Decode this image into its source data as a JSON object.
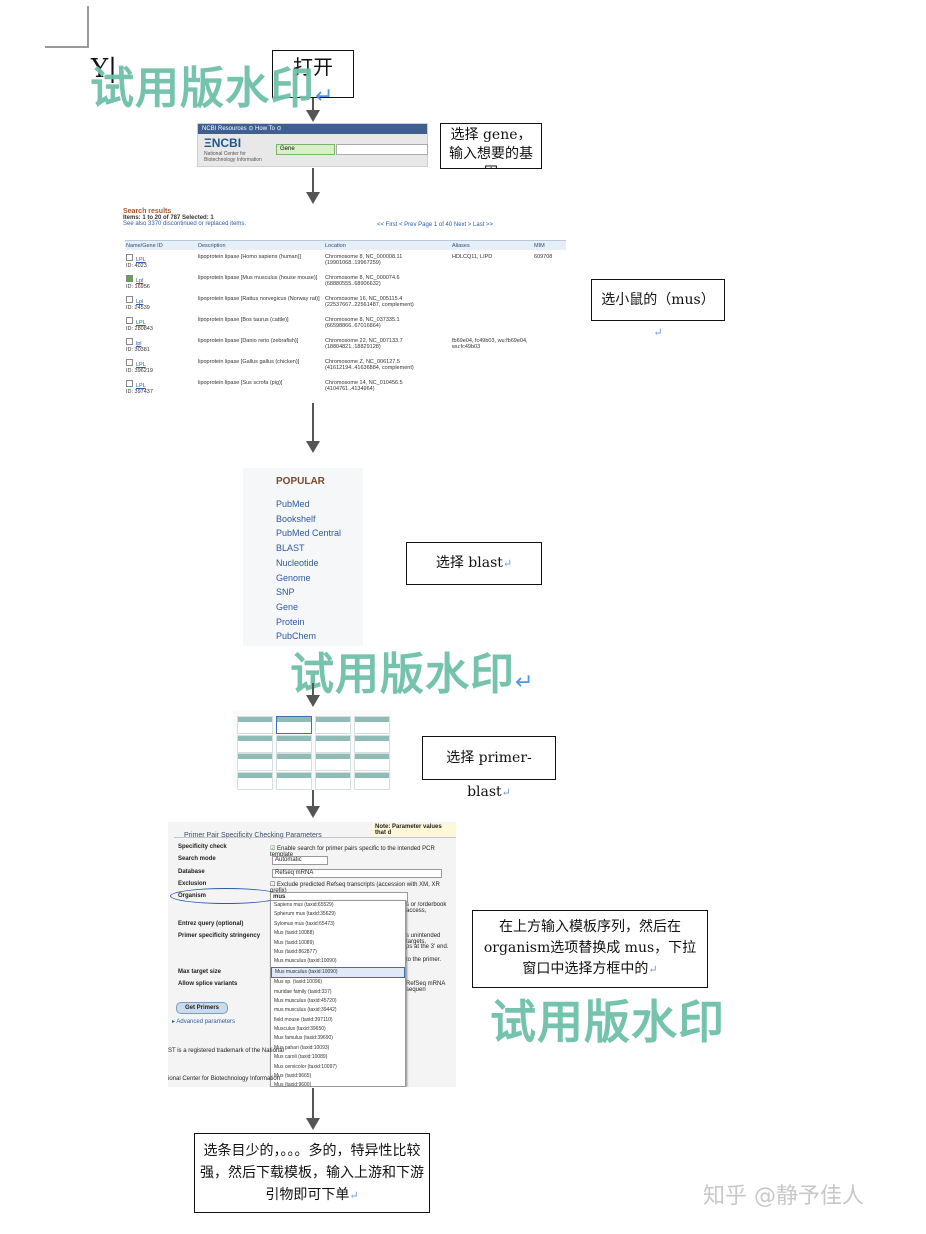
{
  "watermark": {
    "text": "试用版水印"
  },
  "steps": {
    "open": "打开",
    "gene": "选择 gene，输入想要的基因",
    "mus": "选小鼠的（mus）",
    "blast": "选择 blast",
    "primer": "选择 primer-blast",
    "organism": "在上方输入模板序列，然后在organism选项替换成 mus，下拉窗口中选择方框中的",
    "final": "选条目少的，。。。多的，特异性比较强，然后下载模板，输入上游和下游引物即可下单"
  },
  "footer": {
    "credit": "知乎 @静予佳人"
  },
  "ncbi": {
    "menu": "NCBI  Resources ⊙  How To ⊙",
    "logo": "ΞNCBI",
    "subtitle": "National Center for Biotechnology Information",
    "db": "Gene"
  },
  "search_results": {
    "title": "Search results",
    "items": "Items: 1 to 20 of 787   Selected: 1",
    "see_also": "See also 3370 discontinued or replaced items.",
    "pager": "<< First   < Prev   Page 1 of 40   Next >   Last >>",
    "columns": [
      "Name/Gene ID",
      "Description",
      "Location",
      "Aliases",
      "MIM"
    ],
    "rows": [
      {
        "name": "LPL",
        "id": "ID: 4023",
        "desc": "lipoprotein lipase [Homo sapiens (human)]",
        "loc": "Chromosome 8, NC_000008.11 (19901068..19967259)",
        "alias": "HDLCQ11, LIPD",
        "mim": "609708"
      },
      {
        "name": "Lpl",
        "id": "ID: 16956",
        "desc": "lipoprotein lipase [Mus musculus (house mouse)]",
        "loc": "Chromosome 8, NC_000074.6 (68880555..68906632)",
        "alias": "",
        "mim": ""
      },
      {
        "name": "Lpl",
        "id": "ID: 24539",
        "desc": "lipoprotein lipase [Rattus norvegicus (Norway rat)]",
        "loc": "Chromosome 16, NC_005115.4 (22537667..22561487, complement)",
        "alias": "",
        "mim": ""
      },
      {
        "name": "LPL",
        "id": "ID: 280843",
        "desc": "lipoprotein lipase [Bos taurus (cattle)]",
        "loc": "Chromosome 8, NC_037335.1 (66598866..67016864)",
        "alias": "",
        "mim": ""
      },
      {
        "name": "lpl",
        "id": "ID: 30381",
        "desc": "lipoprotein lipase [Danio rerio (zebrafish)]",
        "loc": "Chromosome 22, NC_007133.7 (18804821..18829128)",
        "alias": "fb69e04, fc49b03, wu:fb69e04, wu:fc49b03",
        "mim": ""
      },
      {
        "name": "LPL",
        "id": "ID: 396219",
        "desc": "lipoprotein lipase [Gallus gallus (chicken)]",
        "loc": "Chromosome Z, NC_006127.5 (41612194..41636884, complement)",
        "alias": "",
        "mim": ""
      },
      {
        "name": "LPL",
        "id": "ID: 397437",
        "desc": "lipoprotein lipase [Sus scrofa (pig)]",
        "loc": "Chromosome 14, NC_010456.5 (4104761..4134964)",
        "alias": "",
        "mim": ""
      }
    ]
  },
  "popular": {
    "heading": "POPULAR",
    "items": [
      "PubMed",
      "Bookshelf",
      "PubMed Central",
      "BLAST",
      "Nucleotide",
      "Genome",
      "SNP",
      "Gene",
      "Protein",
      "PubChem"
    ]
  },
  "primer_form": {
    "note": "Note: Parameter values that d",
    "legend": "Primer Pair Specificity Checking Parameters",
    "labels": [
      "Specificity check",
      "Search mode",
      "Database",
      "Exclusion",
      "Organism",
      "Entrez query (optional)",
      "Primer specificity stringency",
      "Max target size",
      "Allow splice variants"
    ],
    "specificity_value": "Enable search for primer pairs specific to the intended PCR template",
    "search_mode": "Automatic",
    "database": "Refseq mRNA",
    "exclusion": "Exclude predicted Refseq transcripts (accession with XM, XR prefix)",
    "organism_value": "mus",
    "right_hints": [
      "s or /orderbook access,",
      "s unintended targets,",
      "ps at the 3' end.",
      "to the primer.",
      "RefSeq mRNA sequen"
    ],
    "dropdown": [
      "Sapiens mus (taxid:65529)",
      "Spherum mus (taxid:35629)",
      "Sylomus mus (taxid:65473)",
      "Mus (taxid:10088)",
      "Mus (taxid:10089)",
      "Mus (taxid:862877)",
      "Mus musculus (taxid:10090)",
      "Mus musculus (taxid:10090)",
      "Mus sp. (taxid:10096)",
      "muridae family (taxid:337)",
      "Mus musculus (taxid:45720)",
      "mus musculus (taxid:39442)",
      "field mouse (taxid:397110)",
      "Musculus (taxid:39650)",
      "Mus famulus (taxid:39690)",
      "Mus pahari (taxid:10093)",
      "Mus caroli (taxid:10089)",
      "Mus cervicolor (taxid:10097)",
      "Mus (taxid:9665)",
      "Mus (taxid:9600)"
    ],
    "get_primers": "Get Primers",
    "advanced": "Advanced parameters",
    "footer1": "ST is a registered trademark of the National",
    "footer2": "ional Center for Biotechnology Information"
  },
  "colors": {
    "watermark": "#6fc0a9",
    "ncbi_bar": "#3f5f8f",
    "link": "#2d5a9e"
  }
}
